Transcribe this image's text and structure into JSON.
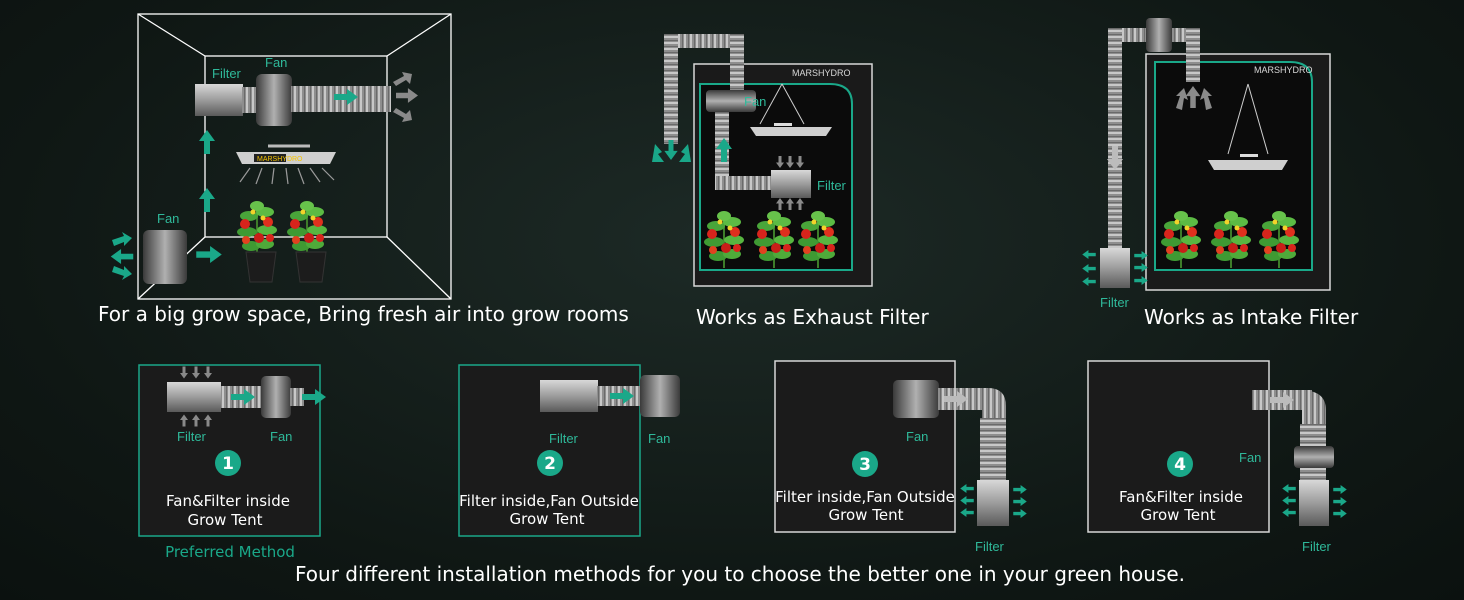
{
  "colors": {
    "accent": "#1aa889",
    "label": "#2fb99a",
    "duct": "#9a9a9a",
    "background": "#121b18"
  },
  "brand": "MARSHYDRO",
  "top": {
    "room": {
      "filter_label": "Filter",
      "fan_label": "Fan",
      "fan_label_2": "Fan",
      "caption": "For a big grow space, Bring fresh air into grow rooms"
    },
    "exhaust": {
      "fan_label": "Fan",
      "filter_label": "Filter",
      "caption": "Works as Exhaust Filter"
    },
    "intake": {
      "filter_label": "Filter",
      "caption": "Works as Intake Filter"
    }
  },
  "methods": [
    {
      "number": "1",
      "filter_label": "Filter",
      "fan_label": "Fan",
      "line1": "Fan&Filter inside",
      "line2": "Grow Tent",
      "note": "Preferred Method"
    },
    {
      "number": "2",
      "filter_label": "Filter",
      "fan_label": "Fan",
      "line1": "Filter inside,Fan Outside",
      "line2": "Grow Tent"
    },
    {
      "number": "3",
      "filter_label": "Filter",
      "fan_label": "Fan",
      "line1": "Filter inside,Fan Outside",
      "line2": "Grow Tent"
    },
    {
      "number": "4",
      "filter_label": "Filter",
      "fan_label": "Fan",
      "line1": "Fan&Filter inside",
      "line2": "Grow Tent"
    }
  ],
  "footer": "Four different installation methods for you to choose the better one in your green house."
}
